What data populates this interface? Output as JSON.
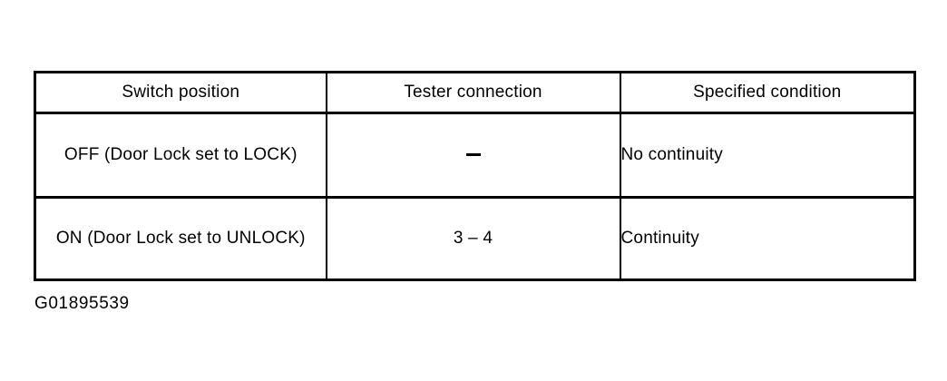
{
  "document": {
    "caption": "G01895539"
  },
  "table": {
    "name": "switch-continuity-inspection-table",
    "columns": [
      {
        "key": "switch_position",
        "label": "Switch position",
        "align": "center"
      },
      {
        "key": "tester_connection",
        "label": "Tester connection",
        "align": "center"
      },
      {
        "key": "specified_condition",
        "label": "Specified  condition",
        "align": "left"
      }
    ],
    "rows": [
      {
        "switch_position": "OFF (Door Lock set to LOCK)",
        "tester_connection": "–",
        "tester_connection_is_dash": true,
        "specified_condition": "No continuity"
      },
      {
        "switch_position": "ON (Door Lock set to UNLOCK)",
        "tester_connection": "3 – 4",
        "tester_connection_is_dash": false,
        "specified_condition": "Continuity"
      }
    ]
  },
  "colors": {
    "ink": "#000000",
    "paper": "#ffffff"
  }
}
